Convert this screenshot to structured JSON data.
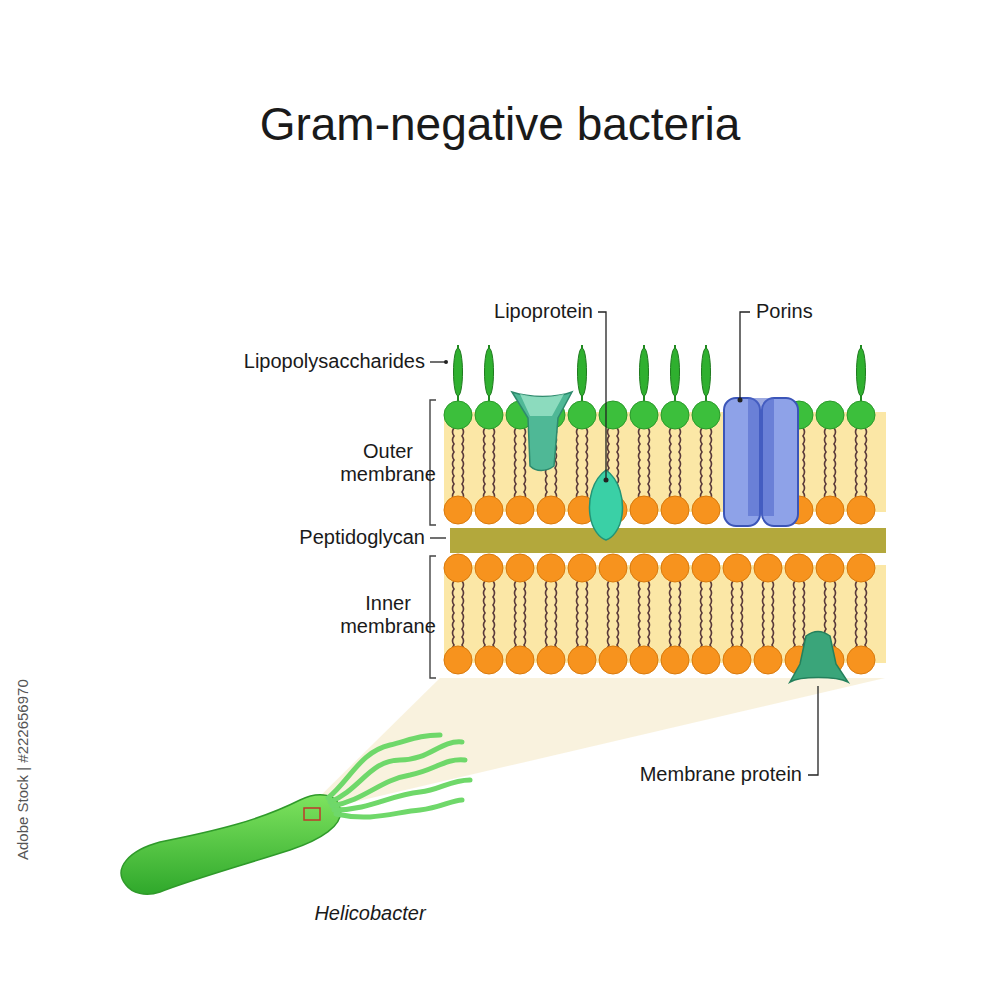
{
  "diagram": {
    "title": "Gram-negative bacteria",
    "labels": [
      "Lipopolysaccharides",
      "Lipoprotein",
      "Porins",
      "Outer membrane",
      "Peptidoglycan",
      "Inner membrane",
      "Membrane protein",
      "Helicobacter",
      "Adobe Stock | #222656970"
    ]
  }
}
